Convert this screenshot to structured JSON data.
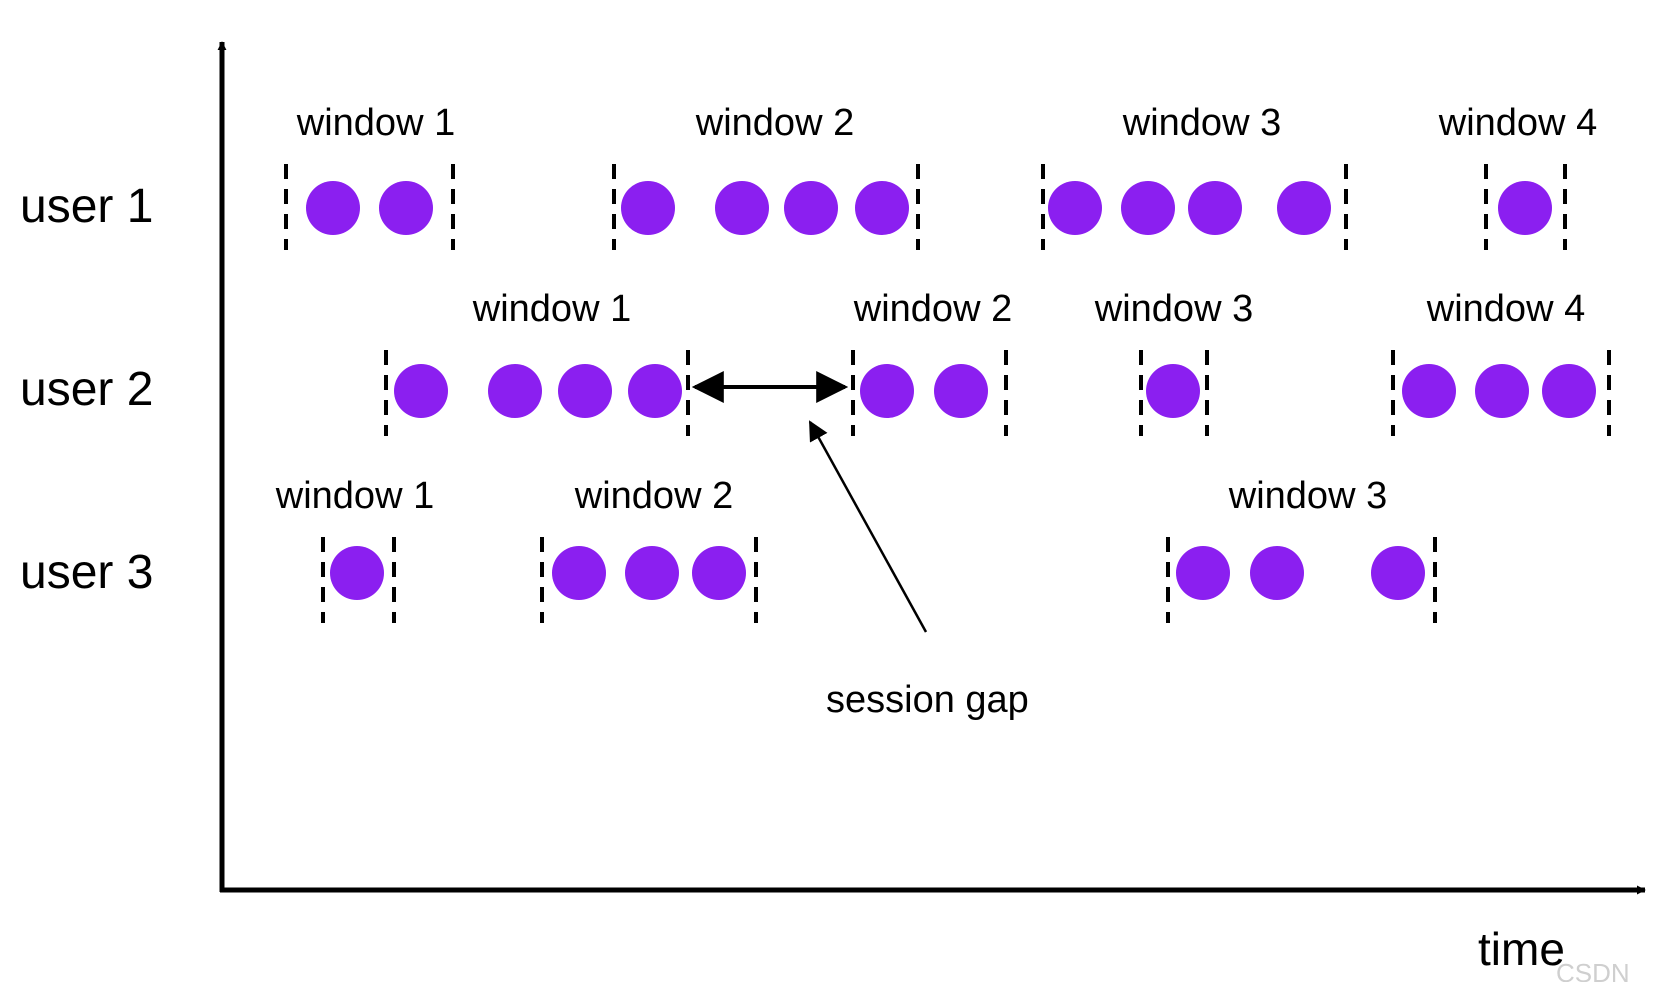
{
  "diagram": {
    "users": [
      {
        "label": "user 1",
        "windows": [
          {
            "label": "window 1",
            "events": 2
          },
          {
            "label": "window 2",
            "events": 4
          },
          {
            "label": "window 3",
            "events": 4
          },
          {
            "label": "window 4",
            "events": 1
          }
        ]
      },
      {
        "label": "user 2",
        "windows": [
          {
            "label": "window 1",
            "events": 4
          },
          {
            "label": "window 2",
            "events": 2
          },
          {
            "label": "window 3",
            "events": 1
          },
          {
            "label": "window 4",
            "events": 3
          }
        ]
      },
      {
        "label": "user 3",
        "windows": [
          {
            "label": "window 1",
            "events": 1
          },
          {
            "label": "window 2",
            "events": 3
          },
          {
            "label": "window 3",
            "events": 3
          }
        ]
      }
    ],
    "annotation": "session gap",
    "x_axis_label": "time",
    "watermark": "CSDN",
    "event_color": "#8b1ff0"
  }
}
